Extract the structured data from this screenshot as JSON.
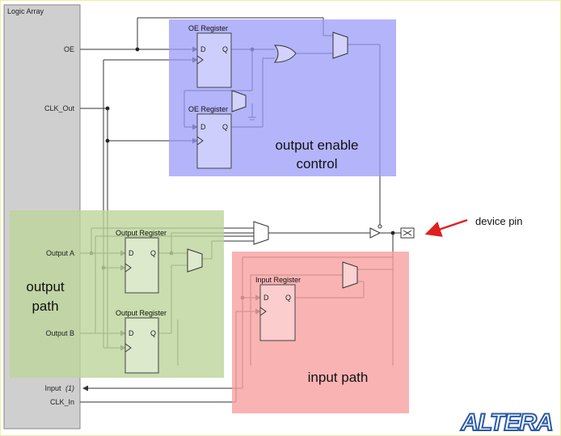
{
  "logic_array": {
    "title": "Logic Array",
    "pins": {
      "oe": "OE",
      "clk_out": "CLK_Out",
      "output_a": "Output A",
      "output_b": "Output B",
      "input_name": "Input",
      "input_note": "(1)",
      "clk_in": "CLK_In"
    }
  },
  "registers": {
    "oe_1": {
      "title": "OE Register",
      "d": "D",
      "q": "Q"
    },
    "oe_2": {
      "title": "OE Register",
      "d": "D",
      "q": "Q"
    },
    "out_1": {
      "title": "Output Register",
      "d": "D",
      "q": "Q"
    },
    "out_2": {
      "title": "Output Register",
      "d": "D",
      "q": "Q"
    },
    "in_1": {
      "title": "Input Register",
      "d": "D",
      "q": "Q"
    }
  },
  "regions": {
    "oe_control": {
      "line1": "output enable",
      "line2": "control",
      "color": "#9b9bfa"
    },
    "output_path": {
      "line1": "output",
      "line2": "path",
      "color": "#bcd49a"
    },
    "input_path": {
      "label": "input path",
      "color": "#f7a0a0"
    },
    "logic_array_color": "#cfcfcf"
  },
  "device_pin": {
    "label": "device pin",
    "arrow_color": "#e02020"
  },
  "logo": {
    "text": "ALTERA",
    "color": "#2a5aa8"
  }
}
